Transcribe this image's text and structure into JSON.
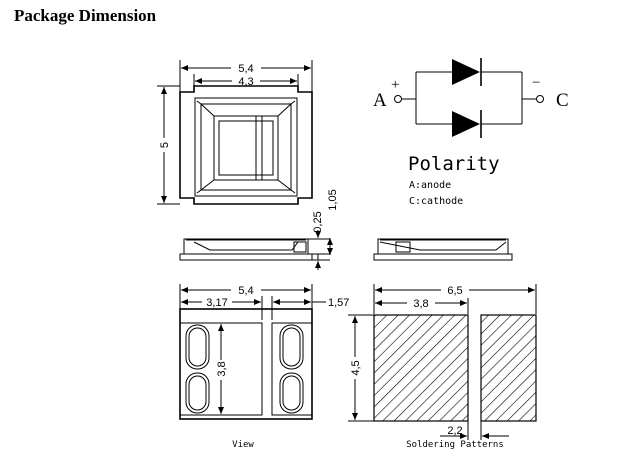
{
  "title": "Package Dimension",
  "top_view": {
    "width_outer": "5,4",
    "width_inner": "4,3",
    "height": "5"
  },
  "side_view": {
    "thickness": "1,05",
    "lead": "0,25"
  },
  "bottom_view": {
    "width": "5,4",
    "pad_left": "3,17",
    "pad_right": "1,57",
    "pad_height": "3,8",
    "caption": "View"
  },
  "polarity": {
    "anode_letter": "A",
    "cathode_letter": "C",
    "plus": "+",
    "minus": "−",
    "title": "Polarity",
    "anode_label": "A:anode",
    "cathode_label": "C:cathode"
  },
  "soldering": {
    "total_width": "6,5",
    "pad_width": "3,8",
    "height": "4,5",
    "gap": "2,2",
    "caption": "Soldering Patterns"
  }
}
